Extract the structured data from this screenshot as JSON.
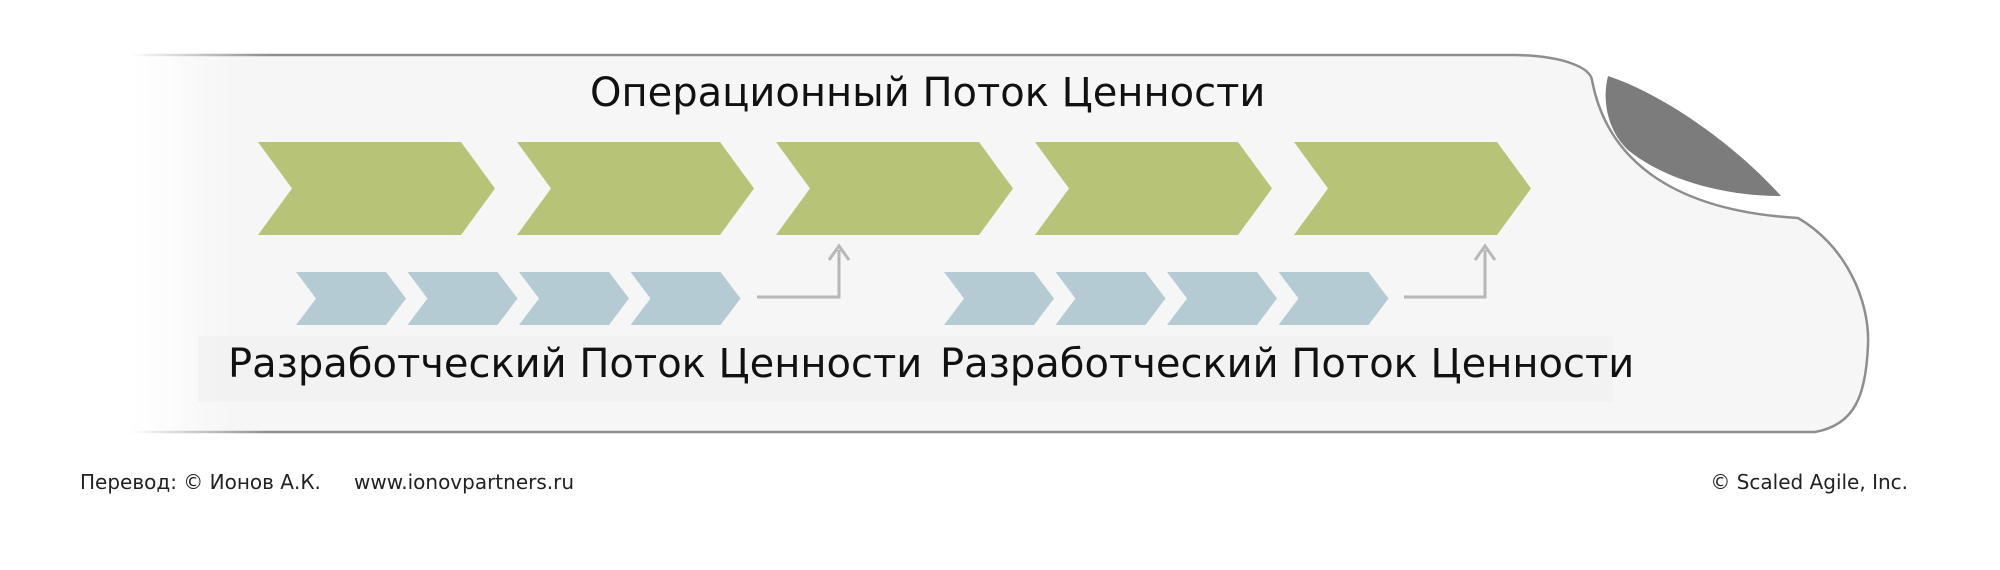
{
  "diagram": {
    "operational_label": "Операционный Поток Ценности",
    "development_labels": [
      "Разработческий Поток Ценности",
      "Разработческий Поток Ценности"
    ],
    "colors": {
      "operational_chevron": "#b7c477",
      "development_chevron": "#b5cbd3",
      "train_body_fill": "#f6f6f6",
      "train_outline": "#8e8e8e",
      "window": "#7c7c7c",
      "connector": "#b7b7b7"
    },
    "operational_step_count": 5,
    "development_step_counts": [
      4,
      4
    ]
  },
  "footer": {
    "translation": "Перевод: © Ионов А.К.",
    "website": "www.ionovpartners.ru",
    "copyright": "© Scaled Agile,  Inc."
  }
}
